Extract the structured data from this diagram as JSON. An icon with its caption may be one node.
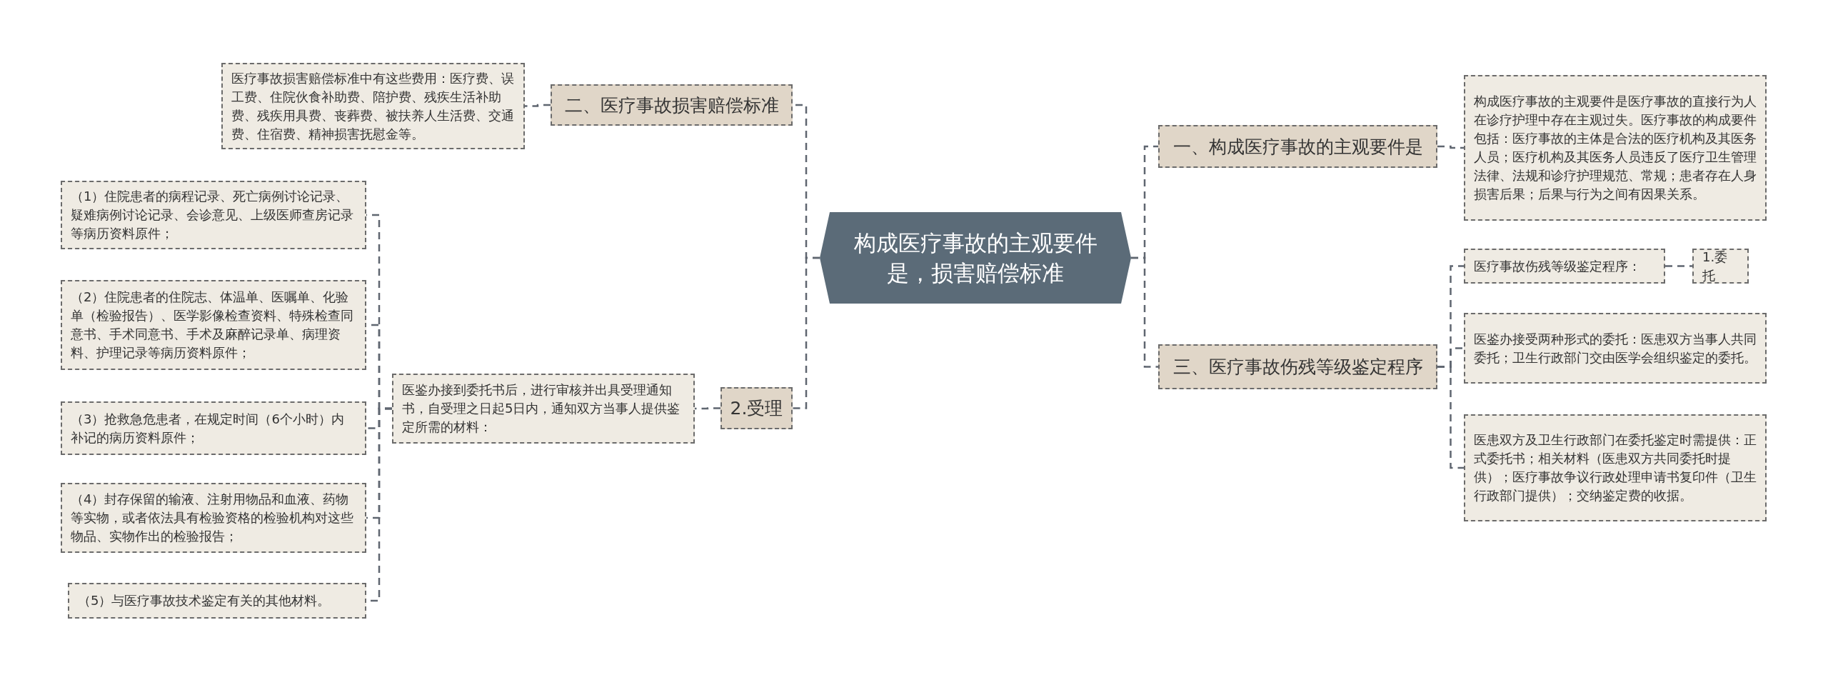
{
  "diagram": {
    "nodes": [
      {
        "text": [
          "构成医疗事故的主观要件是，损害赔偿标准"
        ]
      },
      {
        "text": [
          "二、医疗事故损害赔偿标准"
        ]
      },
      {
        "text": [
          "医疗事故损害赔偿标准中有这些费用：医疗费、误工费、住院伙食补助费、陪护费、残疾生活补助费、残疾用具费、丧葬费、被扶养人生活费、交通费、住宿费、精神损害抚慰金等。"
        ]
      },
      {
        "text": [
          "2.受理"
        ]
      },
      {
        "text": [
          "医鉴办接到委托书后，进行审核并出具受理通知书，自受理之日起5日内，通知双方当事人提供鉴定所需的材料："
        ]
      },
      {
        "text": [
          "（1）住院患者的病程记录、死亡病例讨论记录、疑难病例讨论记录、会诊意见、上级医师查房记录等病历资料原件；"
        ]
      },
      {
        "text": [
          "（2）住院患者的住院志、体温单、医嘱单、化验单（检验报告）、医学影像检查资料、特殊检查同意书、手术同意书、手术及麻醉记录单、病理资料、护理记录等病历资料原件；"
        ]
      },
      {
        "text": [
          "（3）抢救急危患者，在规定时间（6个小时）内补记的病历资料原件；"
        ]
      },
      {
        "text": [
          "（4）封存保留的输液、注射用物品和血液、药物等实物，或者依法具有检验资格的检验机构对这些物品、实物作出的检验报告；"
        ]
      },
      {
        "text": [
          "（5）与医疗事故技术鉴定有关的其他材料。"
        ]
      },
      {
        "text": [
          "一、构成医疗事故的主观要件是"
        ]
      },
      {
        "text": [
          "构成医疗事故的主观要件是医疗事故的直接行为人在诊疗护理中存在主观过失。医疗事故的构成要件包括：医疗事故的主体是合法的医疗机构及其医务人员；医疗机构及其医务人员违反了医疗卫生管理法律、法规和诊疗护理规范、常规；患者存在人身损害后果；后果与行为之间有因果关系。"
        ]
      },
      {
        "text": [
          "三、医疗事故伤残等级鉴定程序"
        ]
      },
      {
        "text": [
          "医疗事故伤残等级鉴定程序："
        ]
      },
      {
        "text": [
          "1.委托"
        ]
      },
      {
        "text": [
          "医鉴办接受两种形式的委托：医患双方当事人共同委托；卫生行政部门交由医学会组织鉴定的委托。"
        ]
      },
      {
        "text": [
          "医患双方及卫生行政部门在委托鉴定时需提供：正式委托书；相关材料（医患双方共同委托时提供）；医疗事故争议行政处理申请书复印件（卫生行政部门提供）；交纳鉴定费的收据。"
        ]
      }
    ],
    "edges": [
      {
        "from": 0,
        "to": 1,
        "arrow": "none",
        "style": "dashed"
      },
      {
        "from": 1,
        "to": 2,
        "arrow": "none",
        "style": "dashed"
      },
      {
        "from": 0,
        "to": 3,
        "arrow": "none",
        "style": "dashed"
      },
      {
        "from": 3,
        "to": 4,
        "arrow": "none",
        "style": "dashed"
      },
      {
        "from": 4,
        "to": 5,
        "arrow": "none",
        "style": "dashed"
      },
      {
        "from": 4,
        "to": 6,
        "arrow": "none",
        "style": "dashed"
      },
      {
        "from": 4,
        "to": 7,
        "arrow": "none",
        "style": "dashed"
      },
      {
        "from": 4,
        "to": 8,
        "arrow": "none",
        "style": "dashed"
      },
      {
        "from": 4,
        "to": 9,
        "arrow": "none",
        "style": "dashed"
      },
      {
        "from": 0,
        "to": 10,
        "arrow": "none",
        "style": "dashed"
      },
      {
        "from": 10,
        "to": 11,
        "arrow": "none",
        "style": "dashed"
      },
      {
        "from": 0,
        "to": 12,
        "arrow": "none",
        "style": "dashed"
      },
      {
        "from": 12,
        "to": 13,
        "arrow": "none",
        "style": "dashed"
      },
      {
        "from": 13,
        "to": 14,
        "arrow": "none",
        "style": "dashed"
      },
      {
        "from": 12,
        "to": 15,
        "arrow": "none",
        "style": "dashed"
      },
      {
        "from": 12,
        "to": 16,
        "arrow": "none",
        "style": "dashed"
      }
    ]
  }
}
